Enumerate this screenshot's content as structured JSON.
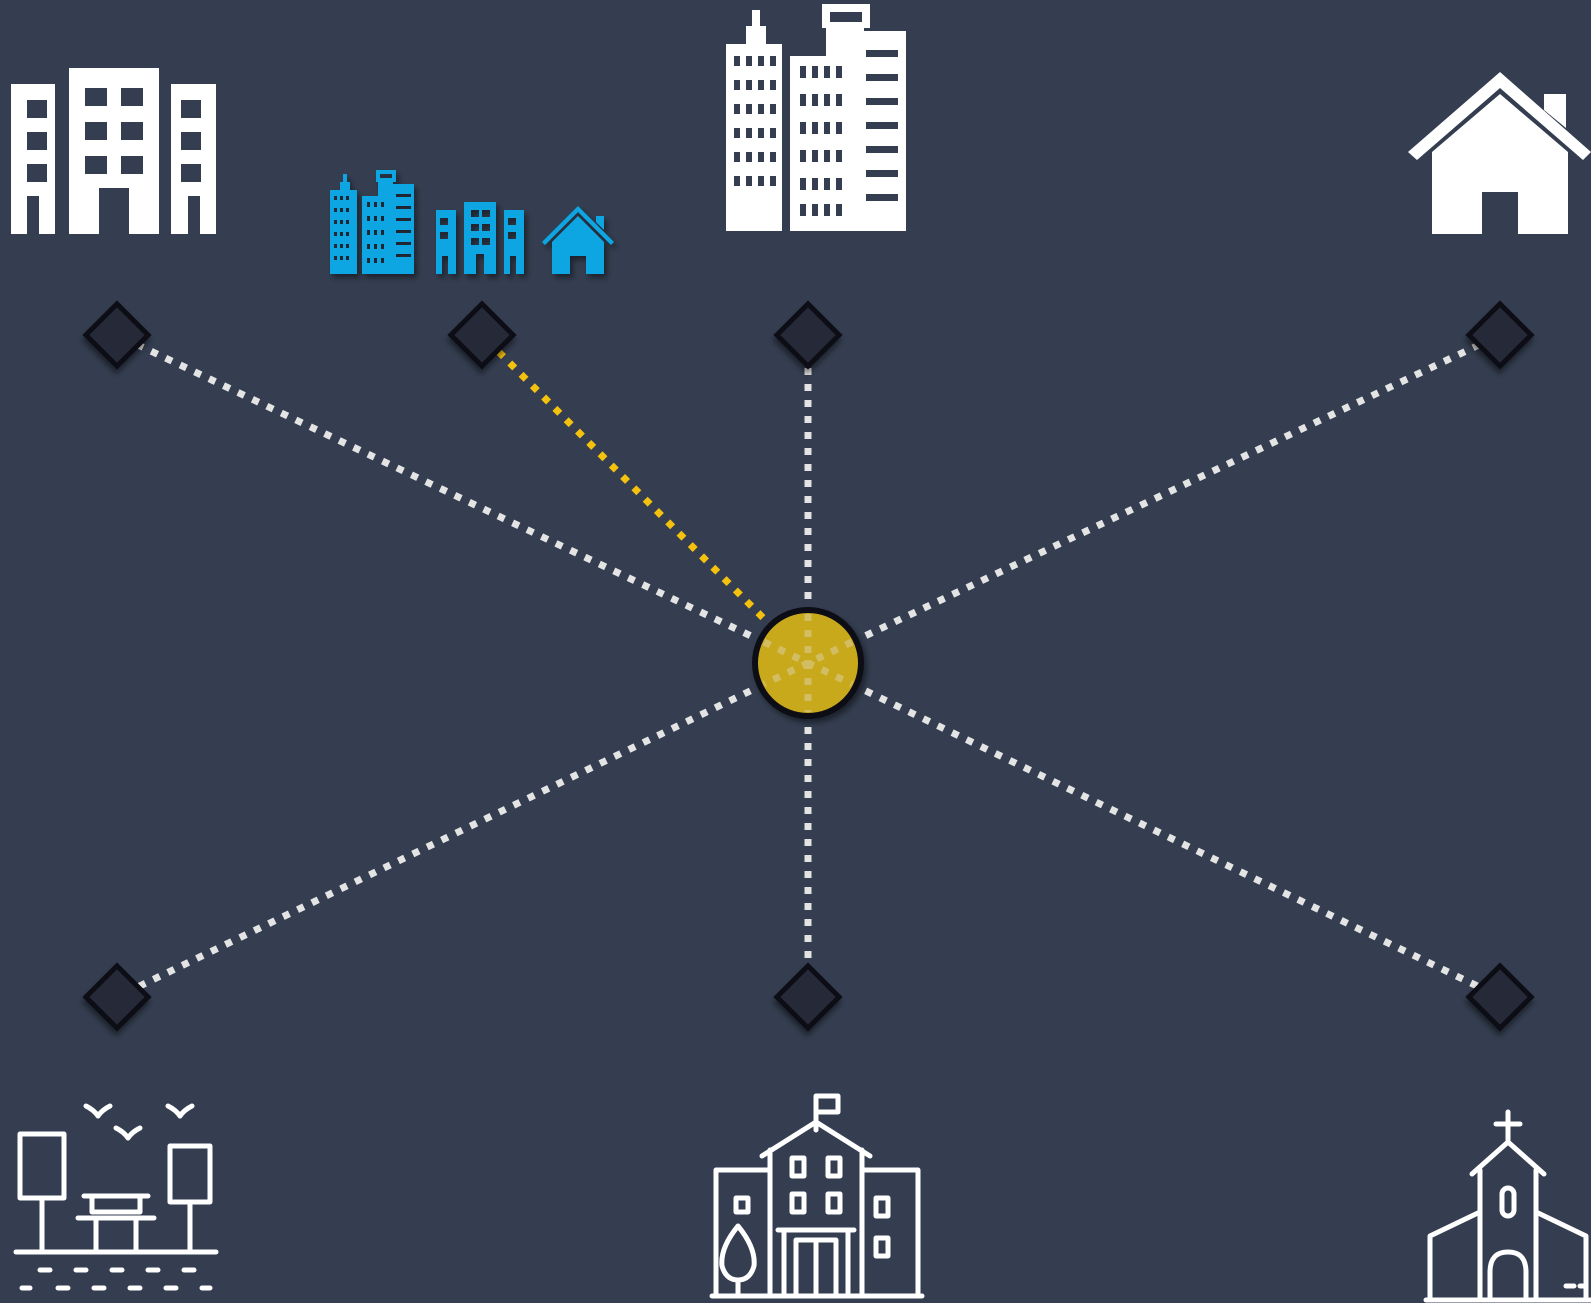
{
  "colors": {
    "background": "#343e50",
    "link": "#e4e4e4",
    "active_link": "#f4c10f",
    "hub": "#c9a91e",
    "node": "#262c39",
    "icon_white": "#ffffff",
    "icon_active": "#0aa6e3"
  },
  "hub": {
    "icon": "hub-circle",
    "state": "active"
  },
  "nodes": [
    {
      "id": "node-office",
      "icon": "office-building-icon",
      "active": false
    },
    {
      "id": "node-mixed-neighborhood",
      "icon": "skyline-office-house-icon",
      "active": true
    },
    {
      "id": "node-skyscrapers",
      "icon": "skyscrapers-icon",
      "active": false
    },
    {
      "id": "node-house",
      "icon": "house-icon",
      "active": false
    },
    {
      "id": "node-park",
      "icon": "park-bench-icon",
      "active": false
    },
    {
      "id": "node-school",
      "icon": "school-building-icon",
      "active": false
    },
    {
      "id": "node-church",
      "icon": "church-icon",
      "active": false
    }
  ]
}
